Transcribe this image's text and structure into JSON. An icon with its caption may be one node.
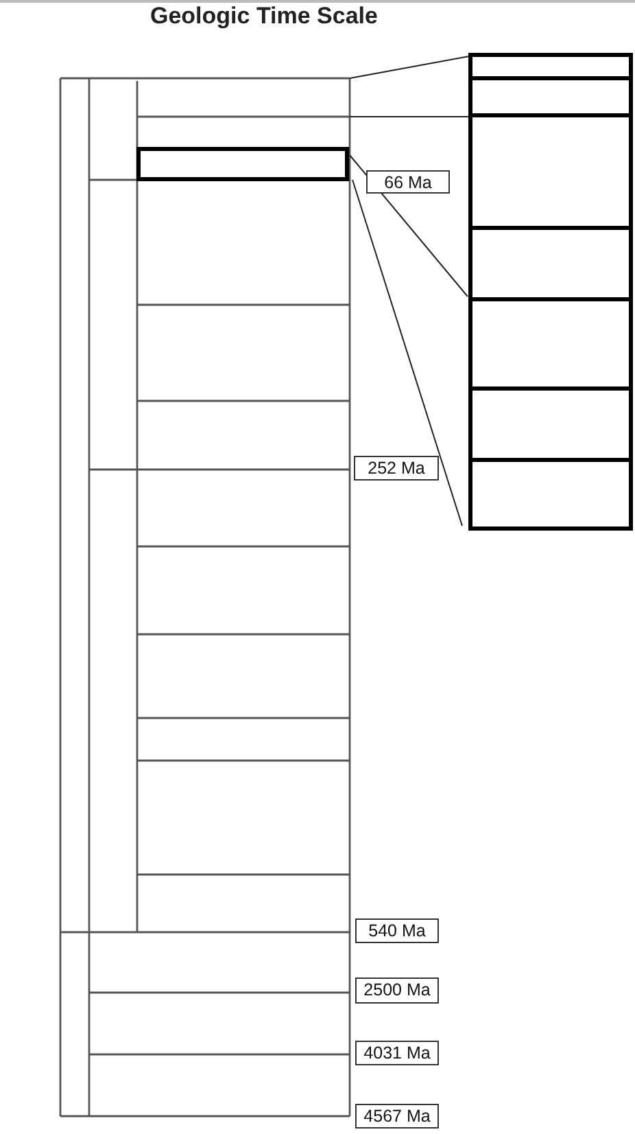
{
  "diagram": {
    "title": "Geologic Time Scale",
    "nodes": [
      {
        "text": [
          "66 Ma"
        ]
      },
      {
        "text": [
          "252 Ma"
        ]
      },
      {
        "text": [
          "540 Ma"
        ]
      },
      {
        "text": [
          "2500 Ma"
        ]
      },
      {
        "text": [
          "4031 Ma"
        ]
      },
      {
        "text": [
          "4567 Ma"
        ]
      }
    ]
  }
}
